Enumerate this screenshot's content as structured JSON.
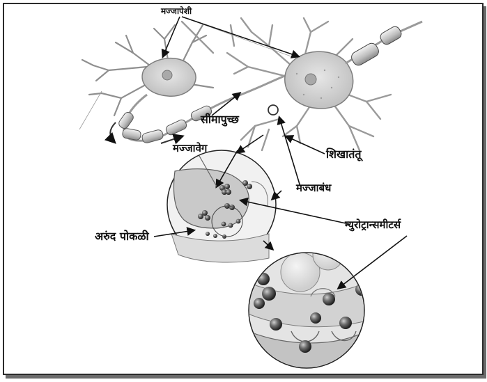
{
  "labels": {
    "neuron_cell": "मज्जापेशी",
    "axon": "सीमापुच्छ",
    "nerve_impulse": "मज्जावेग",
    "dendrite": "शिखातंतू",
    "synapse": "मज्जाबंध",
    "synaptic_cleft": "अरुंद पोकळी",
    "neurotransmitters": "न्युरोट्रान्समीटर्स"
  },
  "colors": {
    "border": "#2b2b2b",
    "shadow": "#6b6b6b",
    "cell_fill": "#cfcfcf",
    "vesicle": "#5a5a5a",
    "line": "#222222"
  }
}
